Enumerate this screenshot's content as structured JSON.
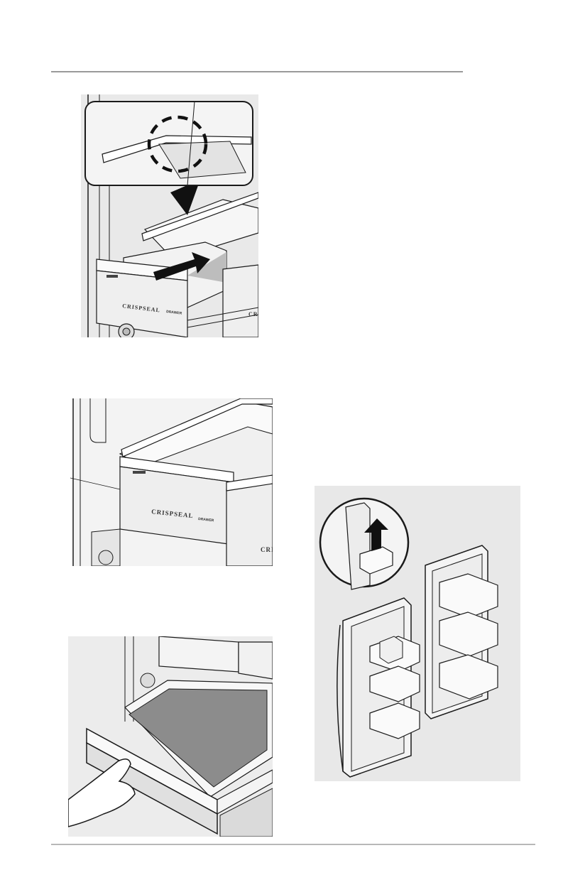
{
  "figures": {
    "crisper_install": {
      "drawer_brand": "CRISPSEAL",
      "drawer_sub": "DRAWER",
      "drawer_brand_right": "CRIS"
    },
    "crisper_installed": {
      "drawer_brand": "CRISPSEAL",
      "drawer_sub": "DRAWER",
      "drawer_brand_right": "CRIS"
    },
    "drawer_removal": {},
    "door_bins": {}
  },
  "colors": {
    "line": "#1a1a1a",
    "panel_bg": "#e8e8e8",
    "drawer_fill": "#efefef",
    "shadow": "#cfcfcf",
    "liner": "#8c8c8c"
  }
}
